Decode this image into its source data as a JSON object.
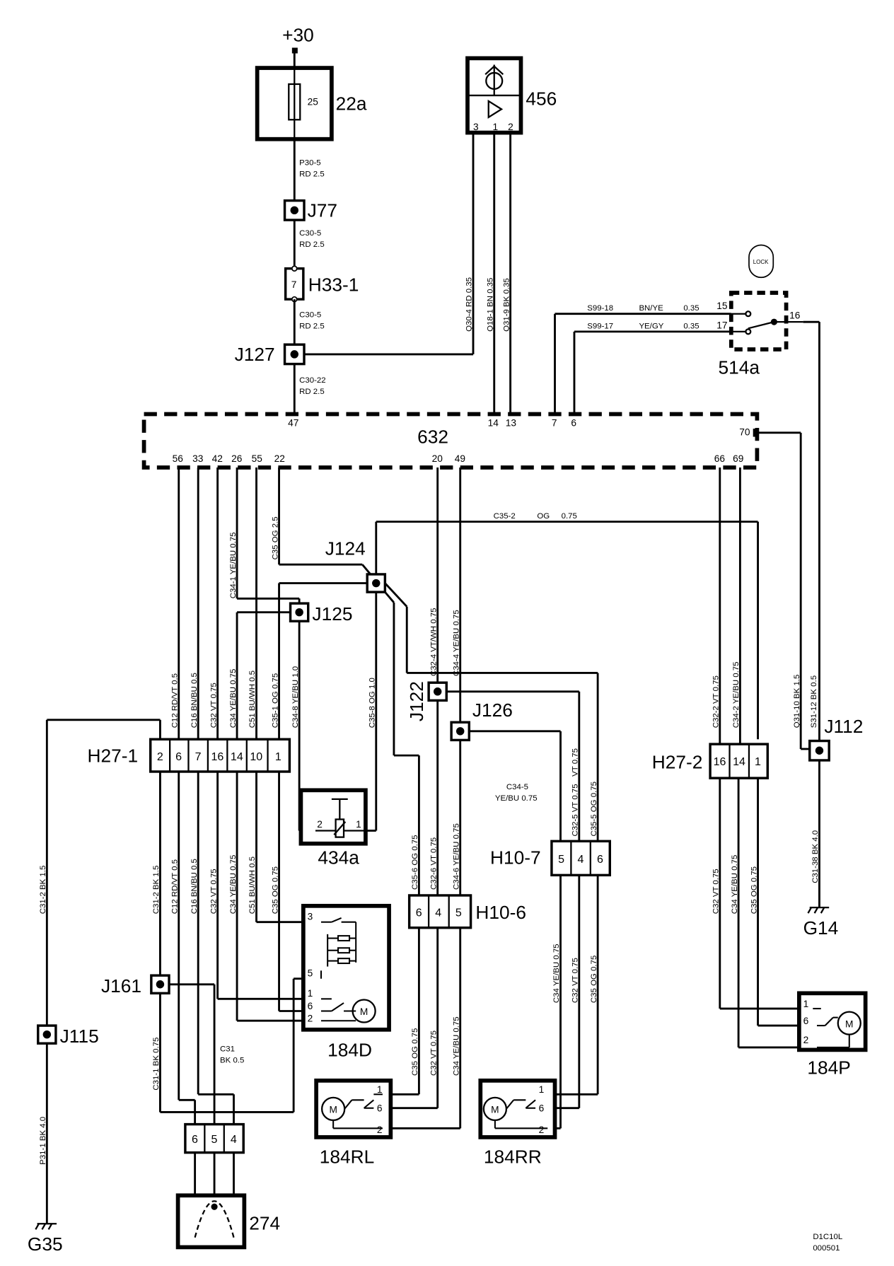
{
  "supply": {
    "label": "+30"
  },
  "components": {
    "fuse": {
      "id": "22a",
      "value": "25"
    },
    "c456": {
      "id": "456",
      "pins": [
        "3",
        "1",
        "2"
      ]
    },
    "j77": "J77",
    "h33_1": {
      "id": "H33-1",
      "pin": "7"
    },
    "j127": "J127",
    "lock_switch": {
      "id": "514a",
      "badge": "LOCK",
      "pins": [
        "15",
        "17",
        "16"
      ]
    },
    "ecu": {
      "id": "632",
      "top_pins": [
        "47",
        "14",
        "13",
        "7",
        "6"
      ],
      "right_pin": "70",
      "bottom_pins": [
        "56",
        "33",
        "42",
        "26",
        "55",
        "22",
        "20",
        "49",
        "66",
        "69"
      ]
    },
    "j124": "J124",
    "j125": "J125",
    "j122": "J122",
    "j126": "J126",
    "j112": "J112",
    "h27_1": {
      "id": "H27-1",
      "pins": [
        "2",
        "6",
        "7",
        "16",
        "14",
        "10",
        "1"
      ]
    },
    "h27_2": {
      "id": "H27-2",
      "pins": [
        "16",
        "14",
        "1"
      ]
    },
    "c434a": {
      "id": "434a",
      "pins": [
        "2",
        "1"
      ]
    },
    "h10_7": {
      "id": "H10-7",
      "pins": [
        "5",
        "4",
        "6"
      ]
    },
    "h10_6": {
      "id": "H10-6",
      "pins": [
        "6",
        "4",
        "5"
      ]
    },
    "g14": "G14",
    "j161": "J161",
    "j115": "J115",
    "c184d": {
      "id": "184D",
      "pins": [
        "3",
        "5",
        "1",
        "6",
        "2"
      ],
      "motor": "M"
    },
    "c184p": {
      "id": "184P",
      "pins": [
        "1",
        "6",
        "2"
      ],
      "motor": "M"
    },
    "c184rl": {
      "id": "184RL",
      "pins": [
        "1",
        "6",
        "2"
      ],
      "motor": "M"
    },
    "c184rr": {
      "id": "184RR",
      "pins": [
        "1",
        "6",
        "2"
      ],
      "motor": "M"
    },
    "c274": {
      "id": "274",
      "pins": [
        "6",
        "5",
        "4"
      ]
    },
    "g35": "G35"
  },
  "wires": {
    "p30_5": [
      "P30-5",
      "RD  2.5"
    ],
    "c30_5a": [
      "C30-5",
      "RD  2.5"
    ],
    "c30_5b": [
      "C30-5",
      "RD  2.5"
    ],
    "c30_22": [
      "C30-22",
      "RD  2.5"
    ],
    "q30_4": "Q30-4   RD   0.35",
    "q18_1": "Q18-1   BN   0.35",
    "q31_9": "Q31-9   BK   0.35",
    "s99_18": [
      "S99-18",
      "BN/YE",
      "0.35"
    ],
    "s99_17": [
      "S99-17",
      "YE/GY",
      "0.35"
    ],
    "c35_2": [
      "C35-2",
      "OG",
      "0.75"
    ],
    "c34_1": "C34-1   YE/BU   0.75",
    "c35_og": "C35   OG   2.5",
    "c32_4": "C32-4   VT/WH   0.75",
    "c34_4": "C34-4   YE/BU   0.75",
    "h271_top": [
      "C12  RD/VT  0.5",
      "C16  BN/BU  0.5",
      "C32  VT  0.75",
      "C34  YE/BU  0.75",
      "C51  BU/WH  0.5",
      "C35-1  OG  0.75",
      "C34-8  YE/BU  1.0"
    ],
    "c35_8": "C35-8   OG   1.0",
    "h272_top": [
      "C32-2  VT  0.75",
      "C34-2  YE/BU  0.75"
    ],
    "c31_10": "Q31-10   BK   1.5",
    "s31_12": "S31-12   BK   0.5",
    "c34_5": [
      "C34-5",
      "YE/BU  0.75"
    ],
    "h107_top": [
      "VT  0.75",
      "C32-5  VT  0.75",
      "C35-5  OG  0.75"
    ],
    "h106_top": [
      "C35-6  OG  0.75",
      "C32-6  VT  0.75",
      "C34-6  YE/BU  0.75"
    ],
    "c31_2": "C31-2   BK   1.5",
    "h271_bot": [
      "C31-2  BK  1.5",
      "C12  RD/VT  0.5",
      "C16  BN/BU  0.5",
      "C32  VT  0.75",
      "C34  YE/BU  0.75",
      "C51  BU/WH  0.5",
      "C35  OG  0.75"
    ],
    "c31_1": "C31-1   BK   0.75",
    "c31": [
      "C31",
      "BK  0.5"
    ],
    "h106_bot": [
      "C35  OG  0.75",
      "C32  VT  0.75",
      "C34  YE/BU  0.75"
    ],
    "h107_bot": [
      "C34  YE/BU  0.75",
      "C32  VT  0.75",
      "C35  OG  0.75"
    ],
    "h272_bot": [
      "C32  VT  0.75",
      "C34  YE/BU  0.75",
      "C35  OG  0.75"
    ],
    "c31_38": "C31-38   BK   4.0",
    "p31_1": "P31-1   BK   4.0"
  },
  "footer": {
    "code1": "D1C10L",
    "code2": "000501"
  }
}
